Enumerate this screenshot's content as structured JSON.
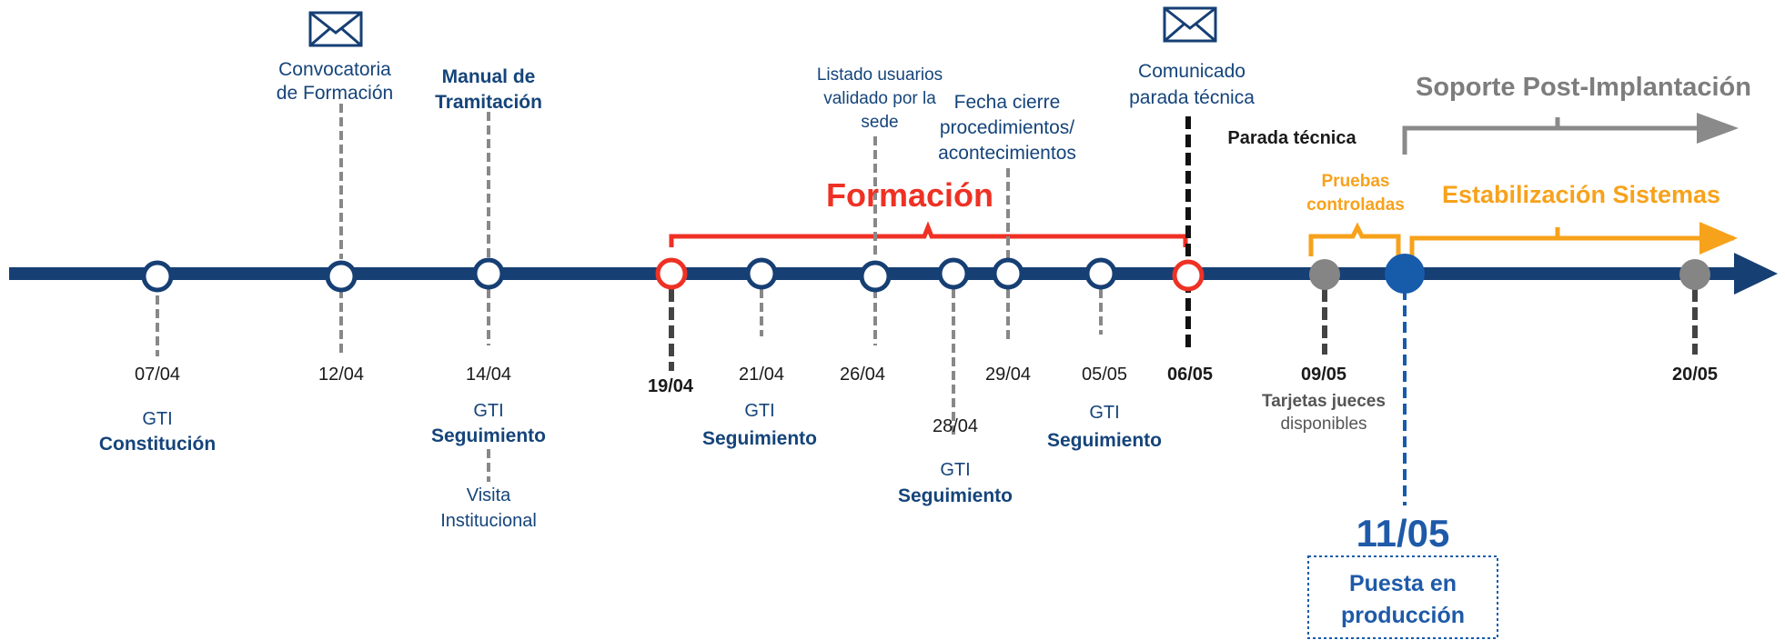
{
  "colors": {
    "axis": "#163f74",
    "accent_red": "#ee3124",
    "orange": "#f7a21b",
    "grey": "#8a8a8a",
    "prod_blue": "#175bab"
  },
  "icons": {
    "envelope_1": "envelope-icon",
    "envelope_2": "envelope-icon"
  },
  "events": {
    "e0704": {
      "date": "07/04",
      "line1": "GTI",
      "line2": "Constitución"
    },
    "e1204": {
      "date": "12/04",
      "top1": "Convocatoria",
      "top2": "de Formación"
    },
    "e1404": {
      "date": "14/04",
      "top1": "Manual de",
      "top2": "Tramitación",
      "line1": "GTI",
      "line2": "Seguimiento",
      "below1": "Visita",
      "below2": "Institucional"
    },
    "e1904": {
      "date": "19/04"
    },
    "e2104": {
      "date": "21/04",
      "line1": "GTI",
      "line2": "Seguimiento"
    },
    "e2604": {
      "date": "26/04",
      "top1": "Listado usuarios",
      "top2": "validado por la",
      "top3": "sede"
    },
    "e2804": {
      "date": "28/04",
      "line1": "GTI",
      "line2": "Seguimiento"
    },
    "e2904": {
      "date": "29/04",
      "top1": "Fecha cierre",
      "top2": "procedimientos/",
      "top3": "acontecimientos"
    },
    "e0505": {
      "date": "05/05",
      "line1": "GTI",
      "line2": "Seguimiento"
    },
    "e0605": {
      "date": "06/05",
      "top1": "Comunicado",
      "top2": "parada técnica",
      "side": "Parada técnica"
    },
    "e0905": {
      "date": "09/05",
      "line1": "Tarjetas jueces",
      "line2": "disponibles"
    },
    "e1105": {
      "date": "11/05",
      "box1": "Puesta en",
      "box2": "producción"
    },
    "e2005": {
      "date": "20/05"
    }
  },
  "phases": {
    "formacion": "Formación",
    "pruebas1": "Pruebas",
    "pruebas2": "controladas",
    "estabilizacion": "Estabilización Sistemas",
    "soporte": "Soporte Post-Implantación"
  }
}
